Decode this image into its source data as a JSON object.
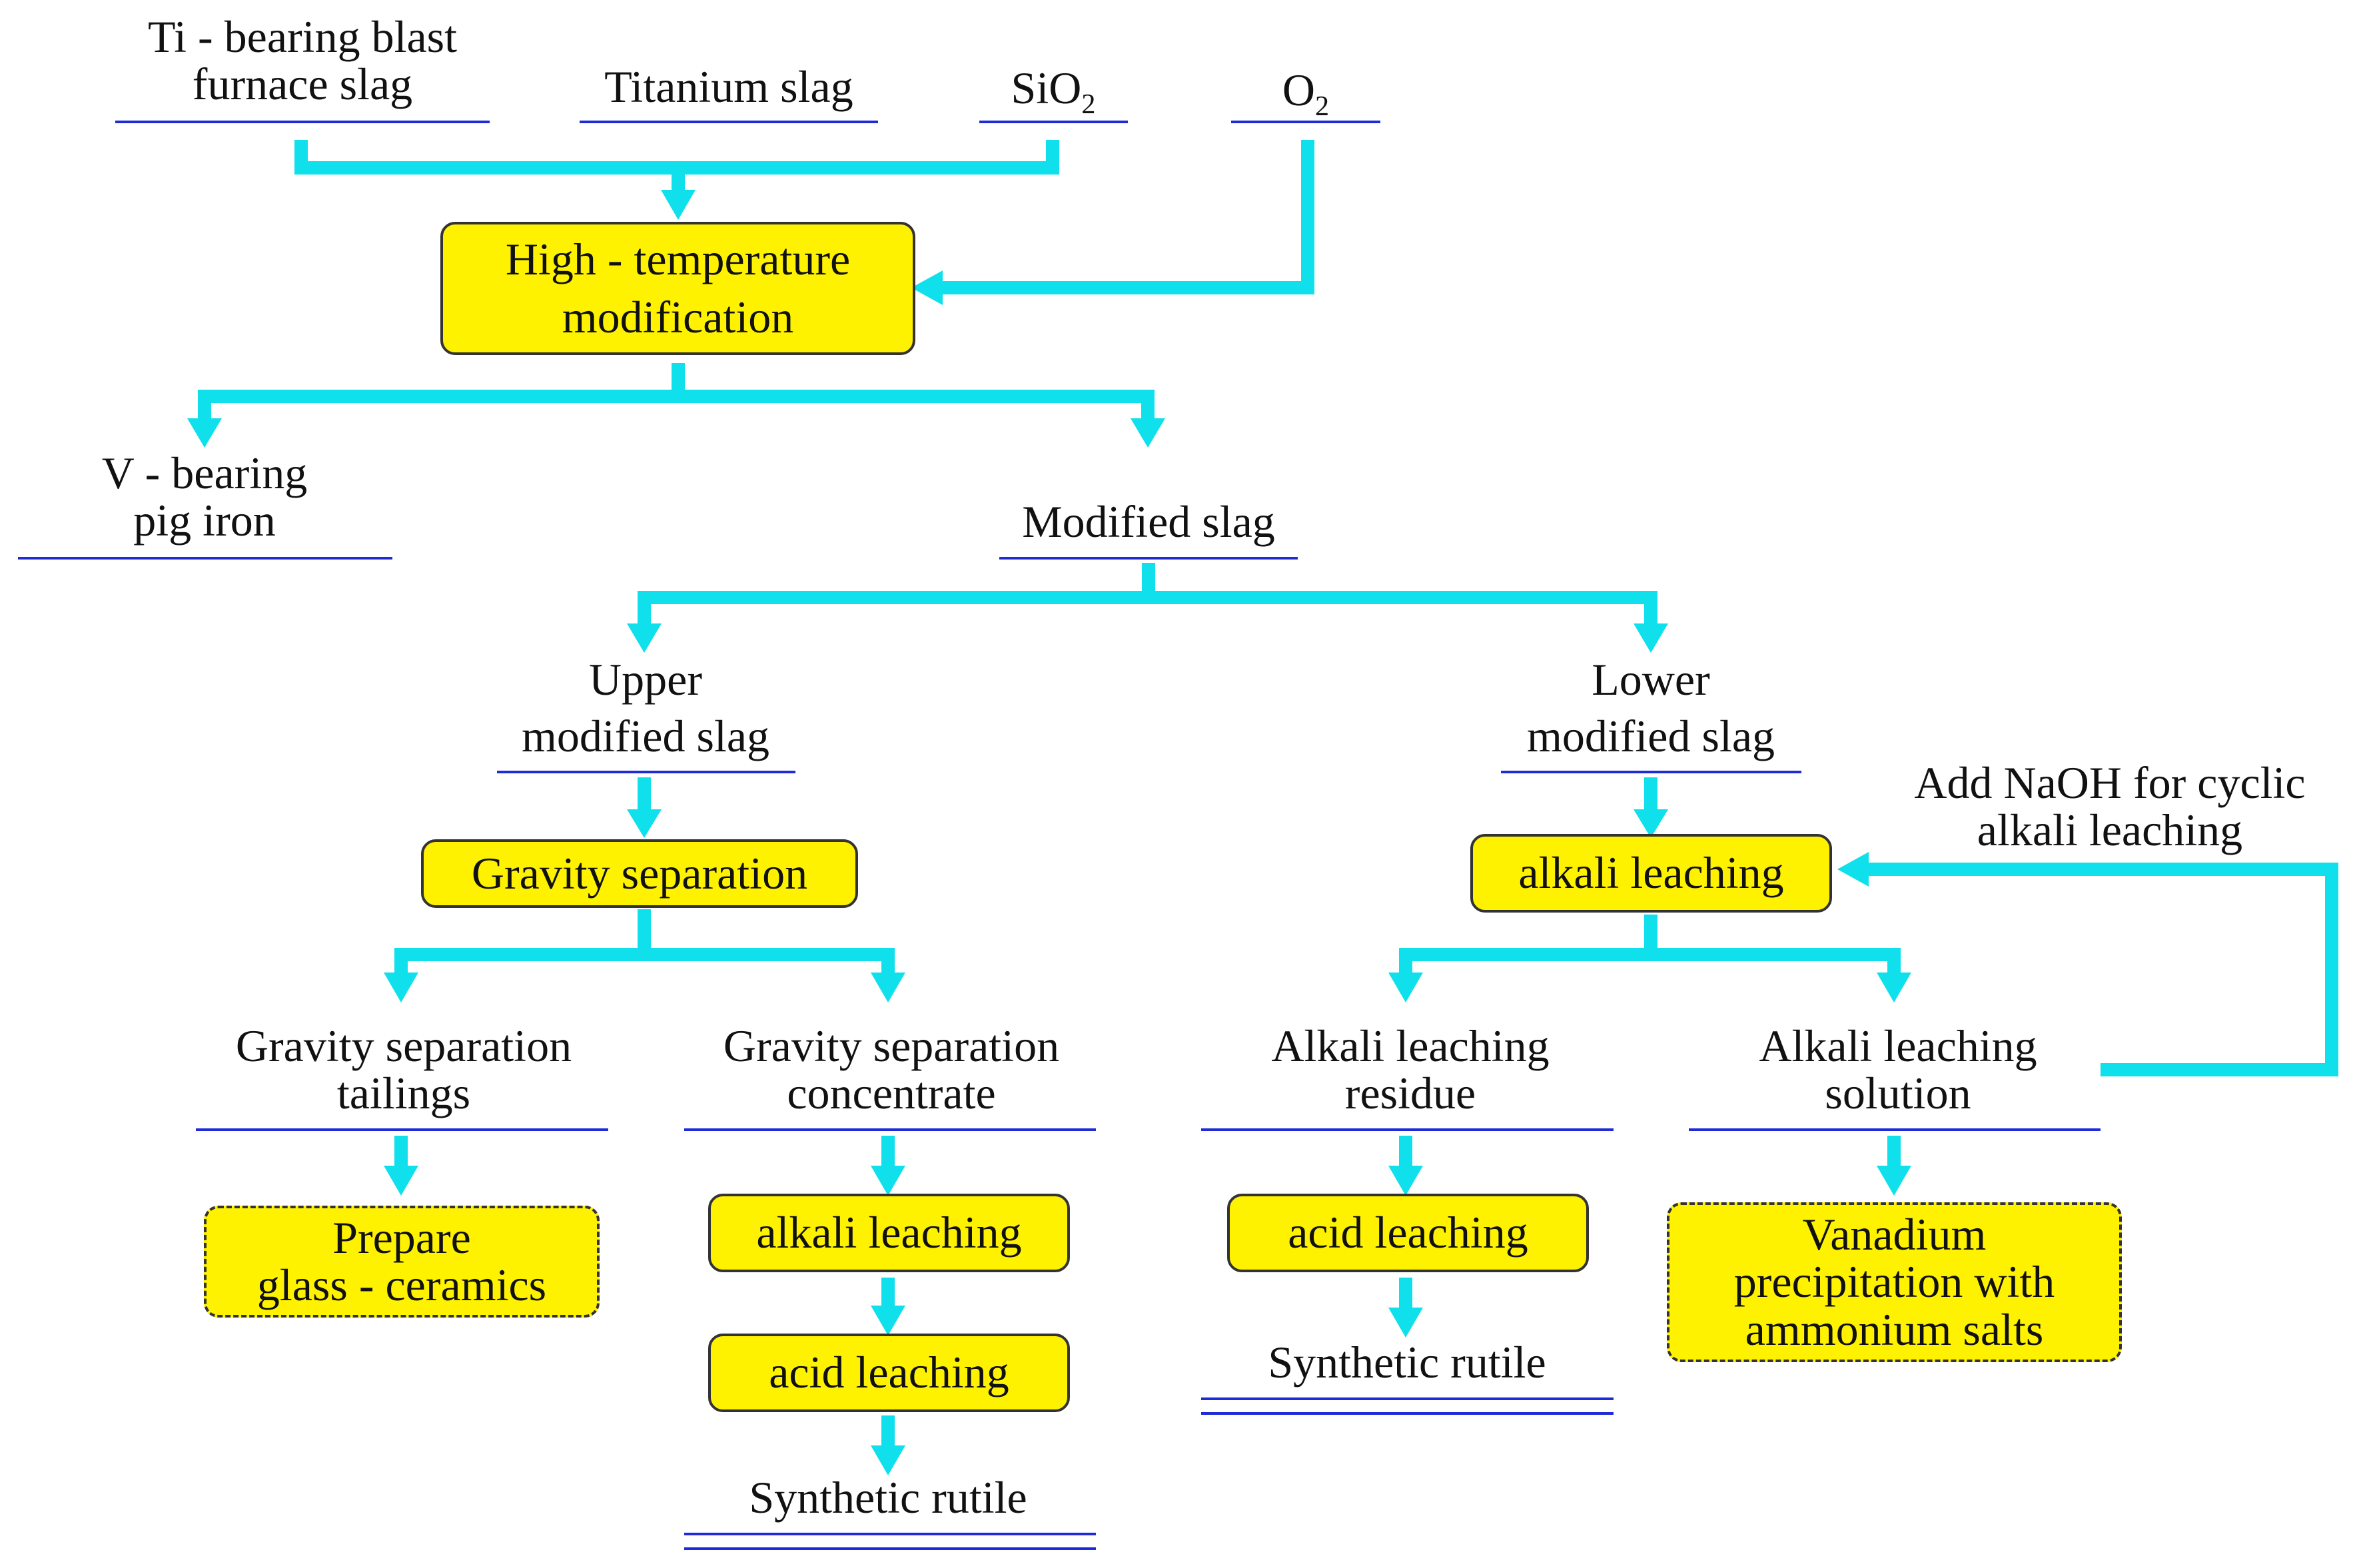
{
  "inputs": {
    "ti_slag_l1": "Ti - bearing blast",
    "ti_slag_l2": "furnace slag",
    "titanium_slag": "Titanium slag",
    "sio2_main": "SiO",
    "sio2_sub": "2",
    "o2_main": "O",
    "o2_sub": "2"
  },
  "processes": {
    "htm_l1": "High - temperature",
    "htm_l2": "modification",
    "gravity_separation": "Gravity separation",
    "alkali_leaching_right": "alkali leaching",
    "alkali_leaching_left": "alkali leaching",
    "acid_leaching_left": "acid leaching",
    "acid_leaching_right": "acid leaching",
    "prepare_l1": "Prepare",
    "prepare_l2": "glass - ceramics",
    "vanadium_l1": "Vanadium",
    "vanadium_l2": "precipitation with",
    "vanadium_l3": "ammonium salts"
  },
  "products": {
    "v_iron_l1": "V - bearing",
    "v_iron_l2": "pig iron",
    "modified_slag": "Modified slag",
    "upper_l1": "Upper",
    "upper_l2": "modified slag",
    "lower_l1": "Lower",
    "lower_l2": "modified slag",
    "naoh_l1": "Add NaOH for cyclic",
    "naoh_l2": "alkali leaching",
    "tailings_l1": "Gravity separation",
    "tailings_l2": "tailings",
    "concentrate_l1": "Gravity separation",
    "concentrate_l2": "concentrate",
    "residue_l1": "Alkali leaching",
    "residue_l2": "residue",
    "solution_l1": "Alkali leaching",
    "solution_l2": "solution",
    "rutile_left": "Synthetic rutile",
    "rutile_right": "Synthetic rutile"
  },
  "colors": {
    "arrow": "#0FE0EC",
    "box_fill": "#FFF200",
    "underline": "#1f2bd6"
  }
}
